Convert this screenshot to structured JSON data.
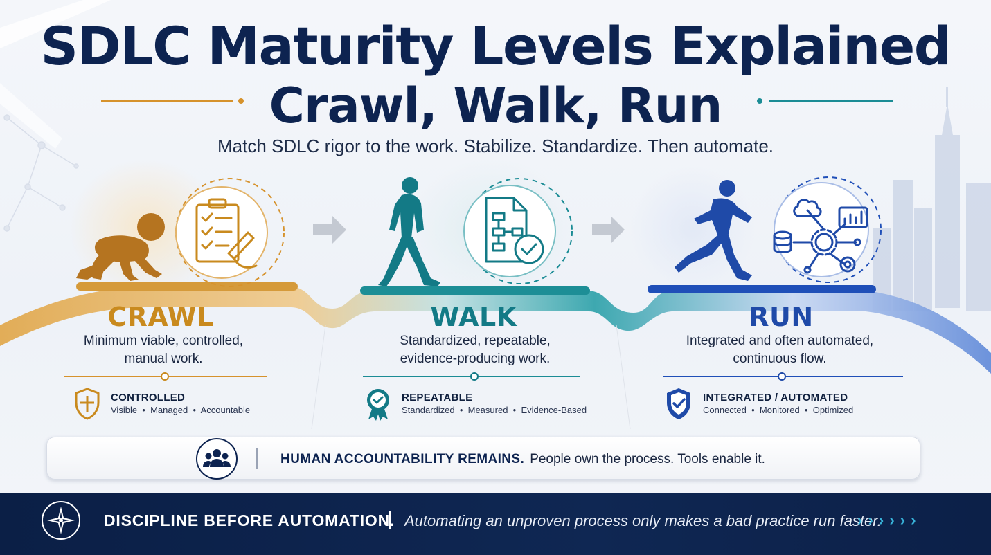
{
  "header": {
    "title_line1": "SDLC Maturity Levels Explained",
    "title_line2": "Crawl, Walk, Run",
    "subtitle": "Match SDLC rigor to the work. Stabilize. Standardize. Then automate."
  },
  "stages": [
    {
      "name": "CRAWL",
      "description": [
        "Minimum viable, controlled,",
        "manual work."
      ],
      "badge_title": "CONTROLLED",
      "badge_items": [
        "Visible",
        "Managed",
        "Accountable"
      ],
      "color": "#c98a1e",
      "badge_icon": "shield-icon",
      "stage_icon": "checklist-icon",
      "figure": "crawling-baby-icon"
    },
    {
      "name": "WALK",
      "description": [
        "Standardized, repeatable,",
        "evidence-producing work."
      ],
      "badge_title": "REPEATABLE",
      "badge_items": [
        "Standardized",
        "Measured",
        "Evidence-Based"
      ],
      "color": "#137a86",
      "badge_icon": "award-ribbon-icon",
      "stage_icon": "flowchart-document-icon",
      "figure": "walking-person-icon"
    },
    {
      "name": "RUN",
      "description": [
        "Integrated and often automated,",
        "continuous flow."
      ],
      "badge_title": "INTEGRATED / AUTOMATED",
      "badge_items": [
        "Connected",
        "Monitored",
        "Optimized"
      ],
      "color": "#1f4aa8",
      "badge_icon": "shield-check-icon",
      "stage_icon": "automation-network-icon",
      "figure": "running-person-icon"
    }
  ],
  "accountability": {
    "strong": "HUMAN ACCOUNTABILITY REMAINS.",
    "text": "People own the process. Tools enable it.",
    "icon": "people-group-icon"
  },
  "footer": {
    "strong": "DISCIPLINE BEFORE AUTOMATION.",
    "text": "Automating an unproven process only makes a bad practice run faster.",
    "arrows": "› › › › › ›",
    "icon": "compass-star-icon"
  },
  "colors": {
    "navy": "#0d2350",
    "crawl": "#c98a1e",
    "walk": "#137a86",
    "run": "#1f4aa8",
    "footer_bg": "#0b1f46"
  }
}
